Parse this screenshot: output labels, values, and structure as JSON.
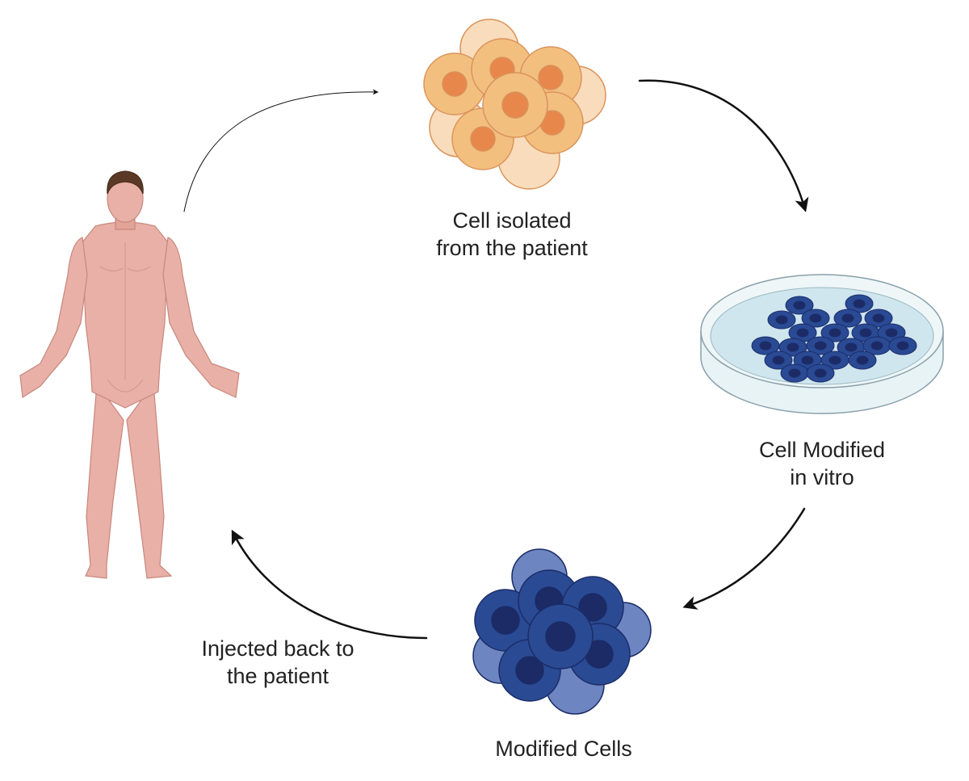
{
  "steps": {
    "isolated": {
      "line1": "Cell isolated",
      "line2": "from the patient"
    },
    "modified_in_vitro": {
      "line1": "Cell Modified",
      "line2": "in vitro"
    },
    "modified_cells": {
      "line1": "Modified Cells"
    },
    "injected": {
      "line1": "Injected back to",
      "line2": "the patient"
    }
  },
  "colors": {
    "skin": "#e8b0a6",
    "hair": "#5a3a26",
    "orange_cell": "#f2bf7f",
    "orange_nucleus": "#e8874c",
    "blue_cell": "#2a4a94",
    "blue_nucleus": "#1c2a66",
    "dish_liquid": "#cfe6ee",
    "arrow": "#111111"
  },
  "icons": [
    "human-body-icon",
    "orange-cell-cluster-icon",
    "petri-dish-icon",
    "blue-cell-cluster-icon"
  ]
}
